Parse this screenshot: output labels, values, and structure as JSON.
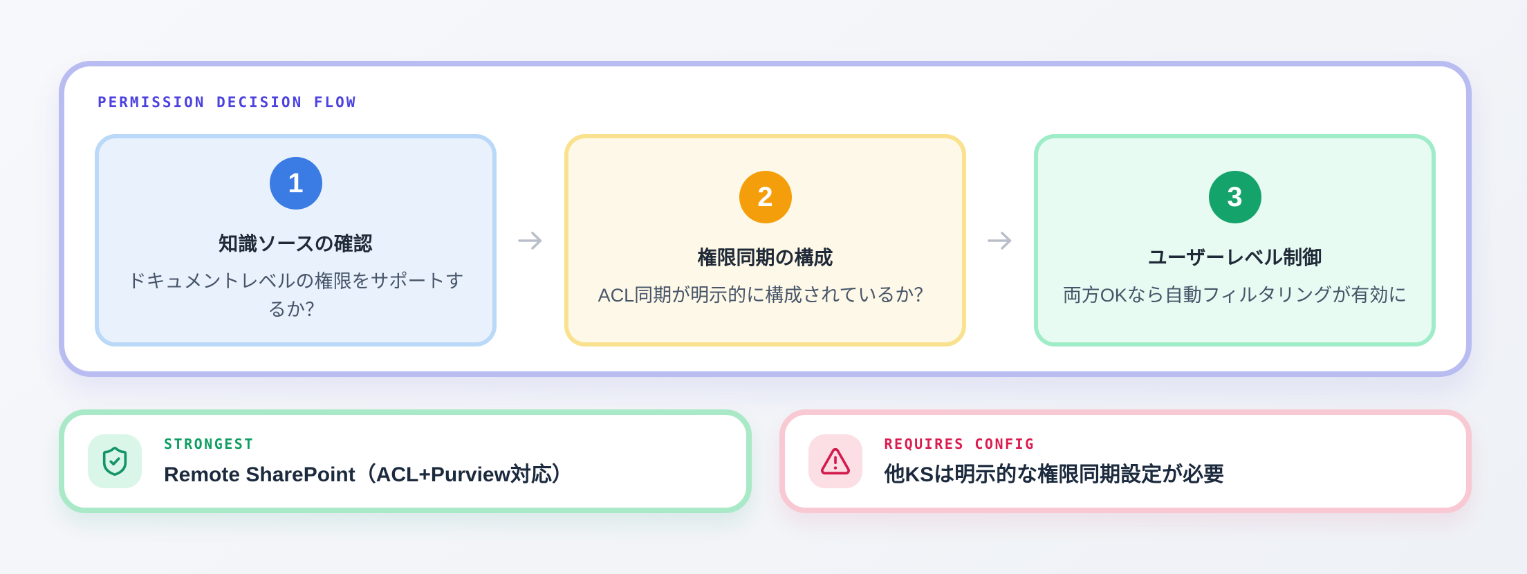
{
  "flow": {
    "label": "PERMISSION DECISION FLOW",
    "label_color": "#4c42df",
    "arrow_color": "#b8bfca",
    "steps": [
      {
        "number": "1",
        "title": "知識ソースの確認",
        "description": "ドキュメントレベルの権限をサポートするか？",
        "circle_color": "#3b7be4",
        "card_bg": "#e9f1fd",
        "card_border": "#bad8f7"
      },
      {
        "number": "2",
        "title": "権限同期の構成",
        "description": "ACL同期が明示的に構成されているか？",
        "circle_color": "#f59e0b",
        "card_bg": "#fdf8e7",
        "card_border": "#f9e18d"
      },
      {
        "number": "3",
        "title": "ユーザーレベル制御",
        "description": "両方OKなら自動フィルタリングが有効に",
        "circle_color": "#14a36b",
        "card_bg": "#e8fbf2",
        "card_border": "#9fedc8"
      }
    ]
  },
  "verdicts": [
    {
      "badge": "STRONGEST",
      "badge_color": "#0f9d63",
      "title": "Remote SharePoint（ACL+Purview対応）",
      "icon": "shield-check-icon",
      "icon_color": "#149467",
      "icon_bg": "#d9f6e8",
      "card_border": "#a9e9c8"
    },
    {
      "badge": "REQUIRES CONFIG",
      "badge_color": "#da1b4f",
      "title": "他KSは明示的な権限同期設定が必要",
      "icon": "warning-triangle-icon",
      "icon_color": "#d31b4d",
      "icon_bg": "#fcdfe5",
      "card_border": "#f8c9d2"
    }
  ]
}
